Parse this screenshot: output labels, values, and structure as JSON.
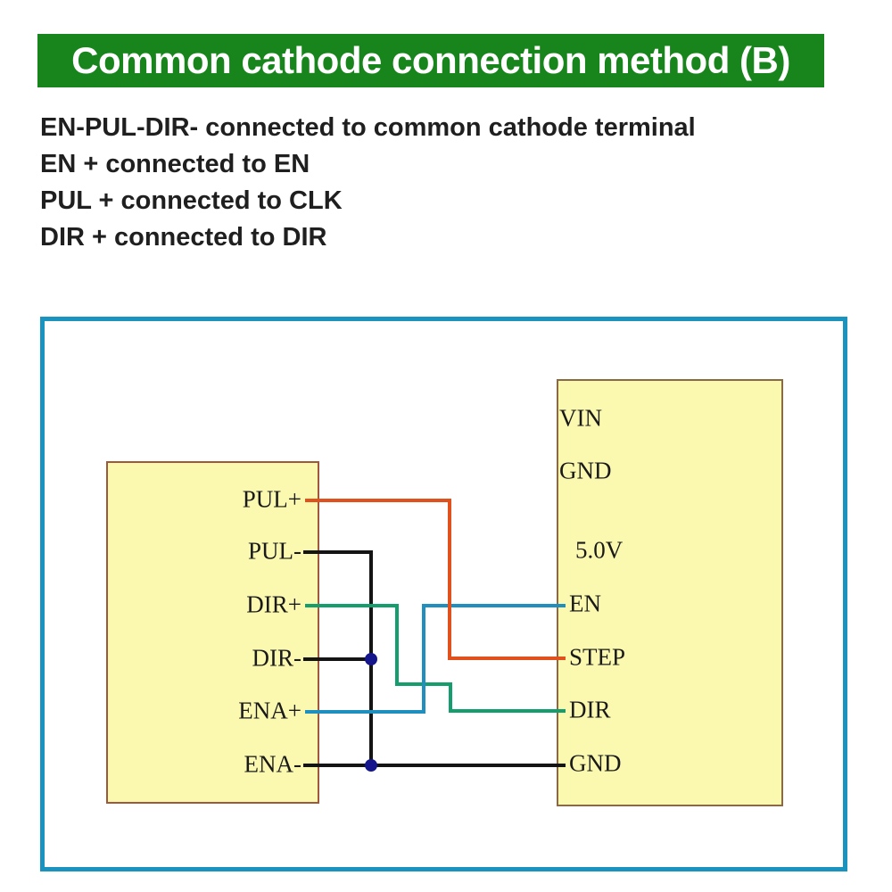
{
  "header": {
    "title": "Common cathode connection method (B)",
    "bg_color": "#17851b",
    "text_color": "#ffffff"
  },
  "notes": {
    "text_color": "#1f1f1f",
    "lines": [
      "EN-PUL-DIR- connected to common cathode terminal",
      "EN + connected to EN",
      "PUL + connected to CLK",
      "DIR + connected to DIR"
    ]
  },
  "diagram": {
    "colors": {
      "outer_border": "#1a93be",
      "box_fill": "#fbf9b0",
      "left_box_border": "#a0583d",
      "right_box_border": "#8a6a45",
      "wire_black": "#141414",
      "wire_orange": "#e0511d",
      "wire_green": "#149e6d",
      "wire_blue": "#1e8fbe",
      "junction_dot": "#15158c"
    },
    "left_box": {
      "pins": [
        {
          "label": "PUL+"
        },
        {
          "label": "PUL-"
        },
        {
          "label": "DIR+"
        },
        {
          "label": "DIR-"
        },
        {
          "label": "ENA+"
        },
        {
          "label": "ENA-"
        }
      ]
    },
    "right_box": {
      "pins": [
        {
          "label": "VIN"
        },
        {
          "label": "GND"
        },
        {
          "label": "5.0V"
        },
        {
          "label": "EN"
        },
        {
          "label": "STEP"
        },
        {
          "label": "DIR"
        },
        {
          "label": "GND"
        }
      ]
    },
    "wires": [
      {
        "name": "pul-plus-to-step"
      },
      {
        "name": "pul-minus-common"
      },
      {
        "name": "dir-minus-stub"
      },
      {
        "name": "ena-minus-to-gnd"
      },
      {
        "name": "dir-plus-to-dir"
      },
      {
        "name": "ena-plus-to-en"
      }
    ]
  }
}
